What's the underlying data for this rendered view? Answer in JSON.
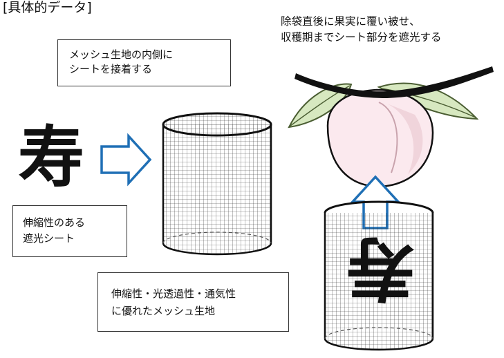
{
  "heading": "[具体的データ]",
  "mesh_note": {
    "line1": "メッシュ生地の内側に",
    "line2": "シートを接着する"
  },
  "cover_note": {
    "line1": "除袋直後に果実に覆い被せ、",
    "line2": "収穫期までシート部分を遮光する"
  },
  "sheet_label": {
    "line1": "伸縮性のある",
    "line2": "遮光シート"
  },
  "mesh_label": {
    "line1": "伸縮性・光透過性・通気性",
    "line2": "に優れたメッシュ生地"
  },
  "shade_character": "寿",
  "colors": {
    "arrow": "#1f6fb5",
    "fruit": "#fbe9ee",
    "fruit_shade": "#e7c3cc",
    "leaf": "#d7e8c0",
    "leaf_edge": "#4b5e33",
    "mesh": "#222222"
  }
}
